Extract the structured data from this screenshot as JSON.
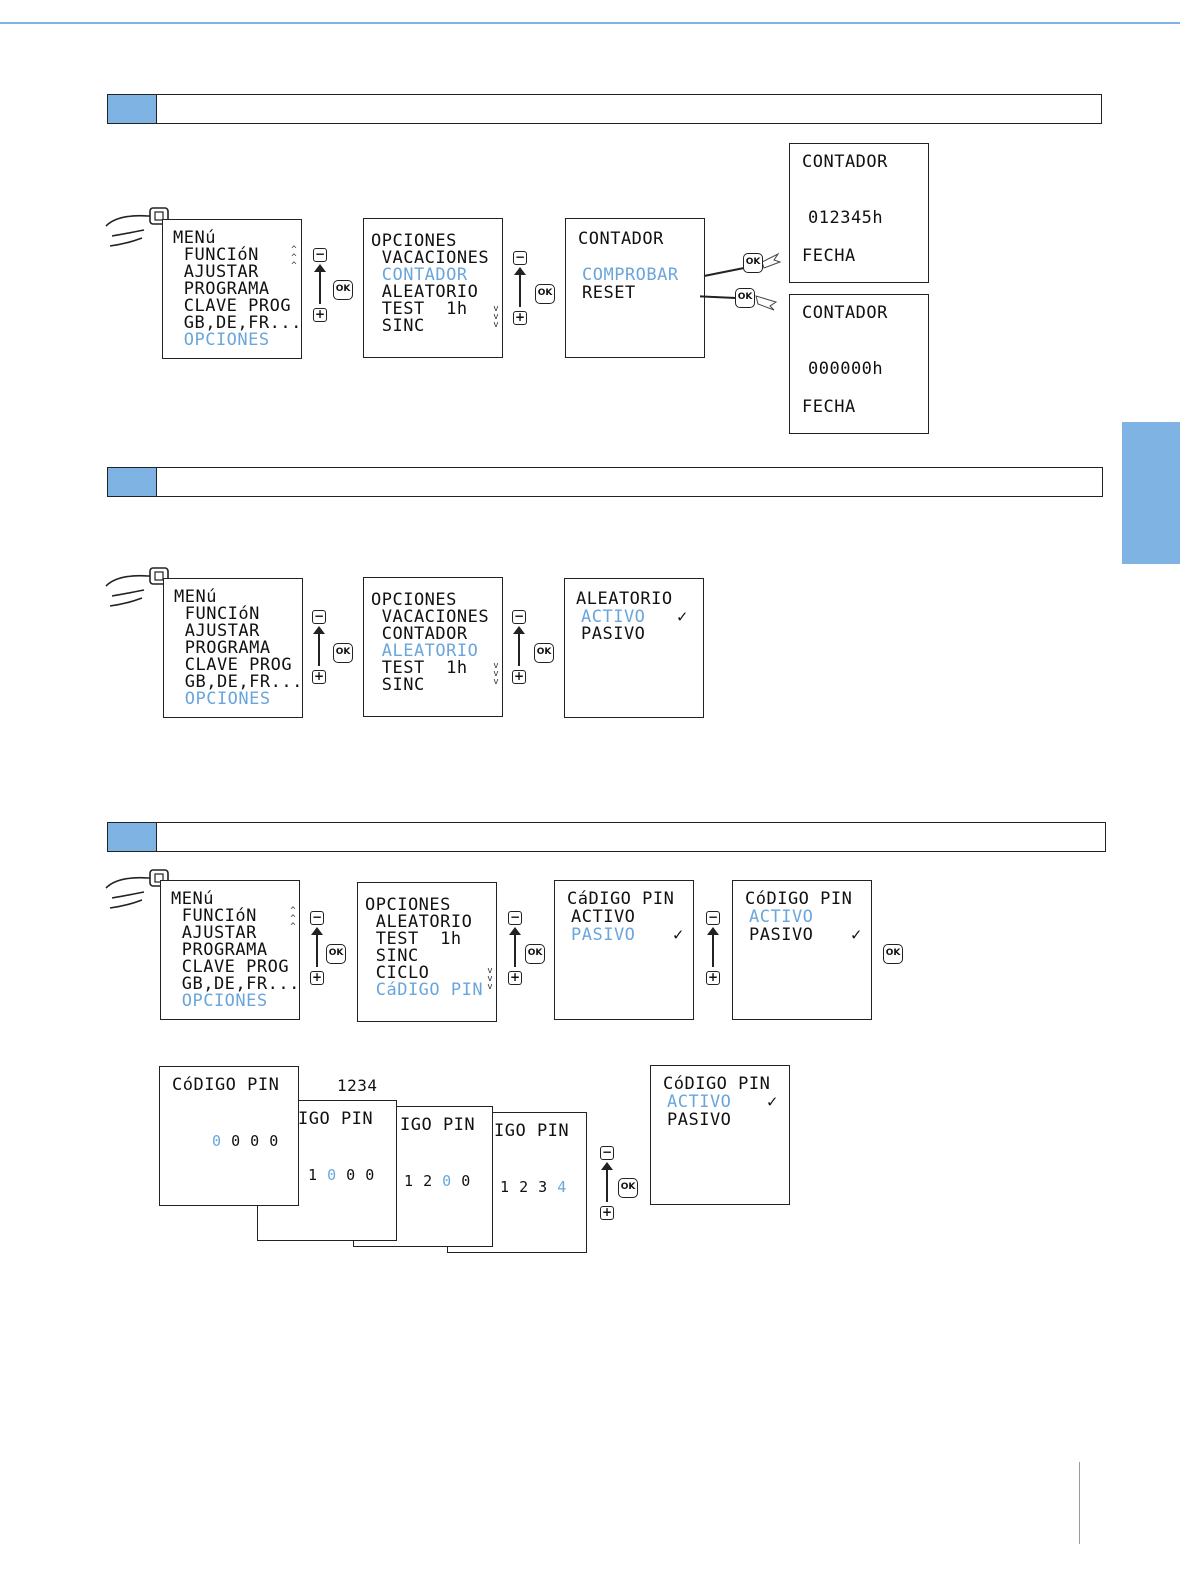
{
  "accent_color": "#7eb3e4",
  "highlight_color": "#6aa6dc",
  "icons": [
    "hand-press-icon",
    "ok-button-icon",
    "minus-button-icon",
    "plus-button-icon",
    "up-arrow-icon",
    "checkmark-icon",
    "scroll-arrows-icon"
  ],
  "buttons": {
    "ok": "OK",
    "minus": "−",
    "plus": "+"
  },
  "check": "✓",
  "menu": [
    "MENú",
    " FUNCIóN",
    " AJUSTAR",
    " PROGRAMA",
    " CLAVE PROG",
    " GB,DE,FR....",
    " OPCIONES"
  ],
  "opciones_a": [
    "OPCIONES",
    " VACACIONES",
    " CONTADOR",
    " ALEATORIO",
    " TEST  1h",
    " SINC"
  ],
  "opciones_b": [
    "OPCIONES",
    " ALEATORIO",
    " TEST  1h",
    " SINC",
    " CICLO",
    " CáDIGO PIN"
  ],
  "contador": {
    "title": "CONTADOR",
    "check": "COMPROBAR",
    "reset": "RESET",
    "value1": "012345h",
    "value2": "000000h",
    "fecha": "FECHA"
  },
  "aleatorio": {
    "title": "ALEATORIO",
    "active": "ACTIVO",
    "passive": "PASIVO"
  },
  "pin": {
    "title": "CóDIGO PIN",
    "title_alt": "CáDIGO PIN",
    "title_cut": "IGO PIN",
    "active": "ACTIVO",
    "passive": "PASIVO",
    "code": "1234",
    "d0": "0",
    "d1": "1",
    "d2": "2",
    "d3": "3",
    "d4": "4"
  }
}
